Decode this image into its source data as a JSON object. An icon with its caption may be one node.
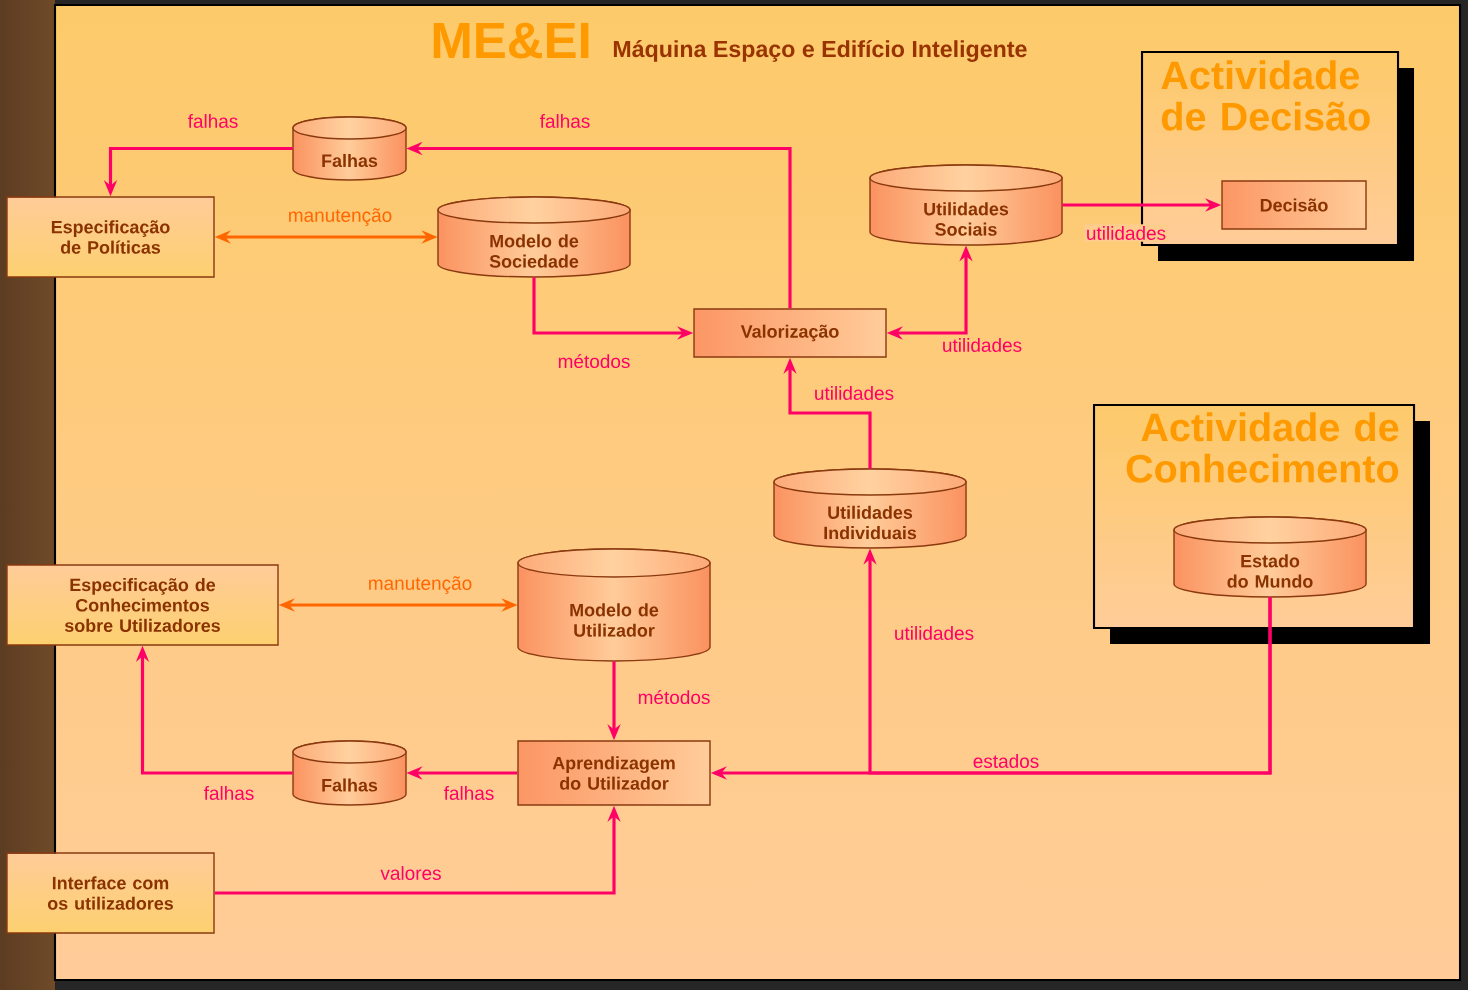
{
  "diagram": {
    "title": "ME&EI",
    "labels": [
      "Máquina Espaço e Edifício Inteligente"
    ],
    "nodes": [
      {
        "text": [
          "Especificação de Políticas"
        ]
      },
      {
        "text": [
          "Falhas"
        ]
      },
      {
        "text": [
          "Modelo de Sociedade"
        ]
      },
      {
        "text": [
          "Valorização"
        ]
      },
      {
        "text": [
          "Utilidades Sociais"
        ]
      },
      {
        "text": [
          "Actividade de Decisão"
        ]
      },
      {
        "text": [
          "Decisão"
        ],
        "in": 5
      },
      {
        "text": [
          "Utilidades Individuais"
        ]
      },
      {
        "text": [
          "Actividade de Conhecimento"
        ]
      },
      {
        "text": [
          "Estado do Mundo"
        ],
        "in": 8
      },
      {
        "text": [
          "Especificação de Conhecimentos sobre Utilizadores"
        ]
      },
      {
        "text": [
          "Modelo de Utilizador"
        ]
      },
      {
        "text": [
          "Falhas"
        ]
      },
      {
        "text": [
          "Aprendizagem do Utilizador"
        ]
      },
      {
        "text": [
          "Interface com os utilizadores"
        ]
      }
    ],
    "edges": [
      {
        "from": 1,
        "to": 0,
        "arrow": "to",
        "label": "falhas"
      },
      {
        "from": 3,
        "to": 1,
        "arrow": "to",
        "label": "falhas"
      },
      {
        "from": 0,
        "to": 2,
        "arrow": "both",
        "label": "manutenção",
        "color": "#ff6600"
      },
      {
        "from": 2,
        "to": 3,
        "arrow": "to",
        "label": "métodos"
      },
      {
        "from": 3,
        "to": 4,
        "arrow": "both",
        "label": "utilidades"
      },
      {
        "from": 4,
        "to": 6,
        "arrow": "to",
        "label": "utilidades"
      },
      {
        "from": 7,
        "to": 3,
        "arrow": "to",
        "label": "utilidades"
      },
      {
        "from": 9,
        "to": 13,
        "arrow": "to",
        "label": "estados"
      },
      {
        "from": 9,
        "to": 7,
        "arrow": "to",
        "label": "utilidades"
      },
      {
        "from": 11,
        "to": 13,
        "arrow": "to",
        "label": "métodos"
      },
      {
        "from": 13,
        "to": 12,
        "arrow": "to",
        "label": "falhas"
      },
      {
        "from": 12,
        "to": 10,
        "arrow": "to",
        "label": "falhas"
      },
      {
        "from": 10,
        "to": 11,
        "arrow": "both",
        "label": "manutenção",
        "color": "#ff6600"
      },
      {
        "from": 14,
        "to": 13,
        "arrow": "to",
        "label": "valores"
      }
    ]
  }
}
